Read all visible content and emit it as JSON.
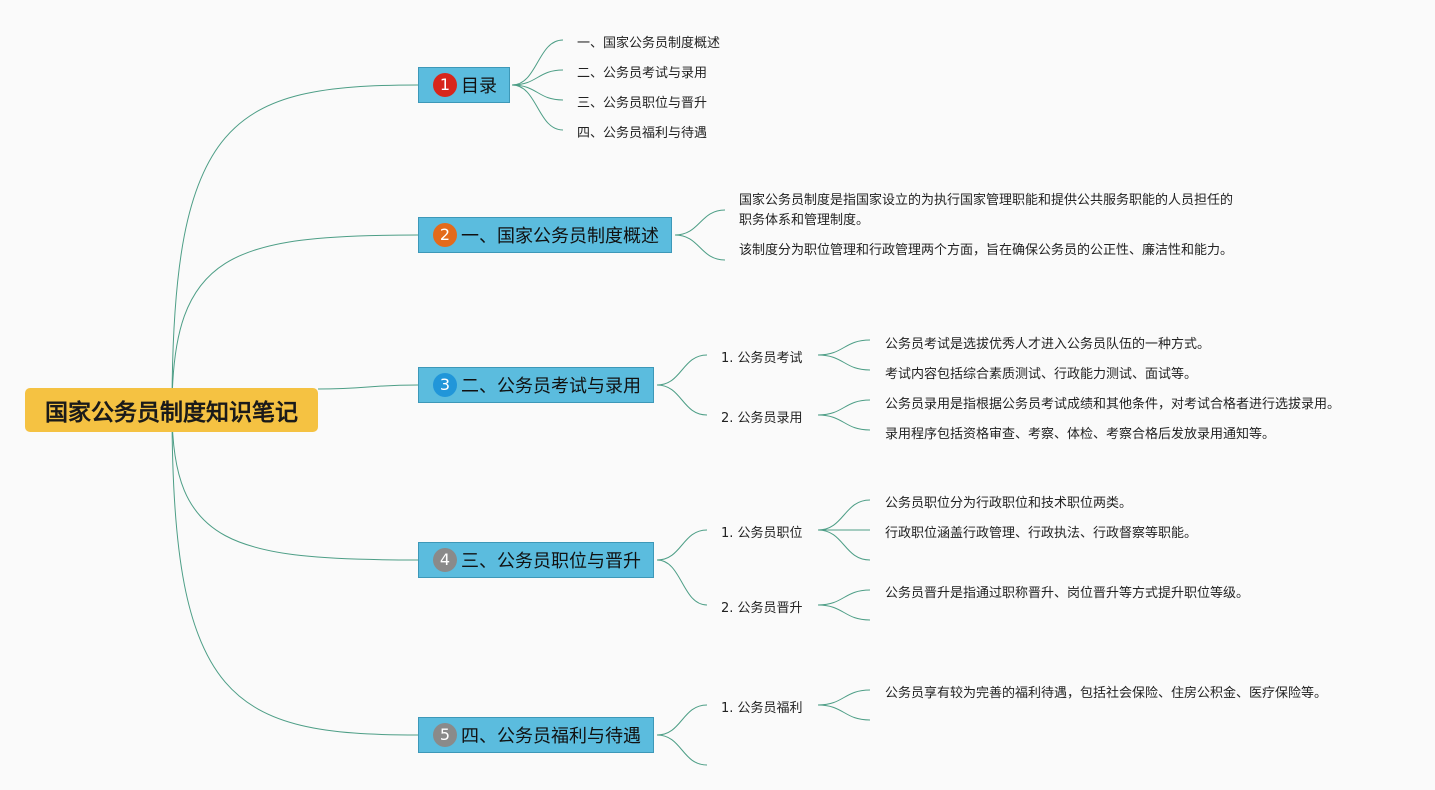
{
  "root": {
    "title": "国家公务员制度知识笔记"
  },
  "colors": {
    "root": "#f5c242",
    "branch": "#5bbcde",
    "link": "#4d9e86",
    "badge1": "#d7261c",
    "badge2": "#e36a1c",
    "badge3": "#2196d9",
    "badge4": "#8a8a8a",
    "badge5": "#8a8a8a"
  },
  "branches": [
    {
      "num": "1",
      "label": "目录",
      "items": [
        "一、国家公务员制度概述",
        "二、公务员考试与录用",
        "三、公务员职位与晋升",
        "四、公务员福利与待遇"
      ]
    },
    {
      "num": "2",
      "label": "一、国家公务员制度概述",
      "paragraphs": [
        "国家公务员制度是指国家设立的为执行国家管理职能和提供公共服务职能的人员担任的职务体系和管理制度。",
        "该制度分为职位管理和行政管理两个方面，旨在确保公务员的公正性、廉洁性和能力。"
      ]
    },
    {
      "num": "3",
      "label": "二、公务员考试与录用",
      "subs": [
        {
          "label": "1. 公务员考试",
          "leaves": [
            "公务员考试是选拔优秀人才进入公务员队伍的一种方式。",
            "考试内容包括综合素质测试、行政能力测试、面试等。"
          ]
        },
        {
          "label": "2. 公务员录用",
          "leaves": [
            "公务员录用是指根据公务员考试成绩和其他条件，对考试合格者进行选拔录用。",
            "录用程序包括资格审查、考察、体检、考察合格后发放录用通知等。"
          ]
        }
      ]
    },
    {
      "num": "4",
      "label": "三、公务员职位与晋升",
      "subs": [
        {
          "label": "1. 公务员职位",
          "leaves": [
            "公务员职位分为行政职位和技术职位两类。",
            "行政职位涵盖行政管理、行政执法、行政督察等职能。"
          ]
        },
        {
          "label": "2. 公务员晋升",
          "leaves": [
            "公务员晋升是指通过职称晋升、岗位晋升等方式提升职位等级。"
          ]
        }
      ]
    },
    {
      "num": "5",
      "label": "四、公务员福利与待遇",
      "subs": [
        {
          "label": "1. 公务员福利",
          "leaves": [
            "公务员享有较为完善的福利待遇，包括社会保险、住房公积金、医疗保险等。"
          ]
        }
      ]
    }
  ]
}
